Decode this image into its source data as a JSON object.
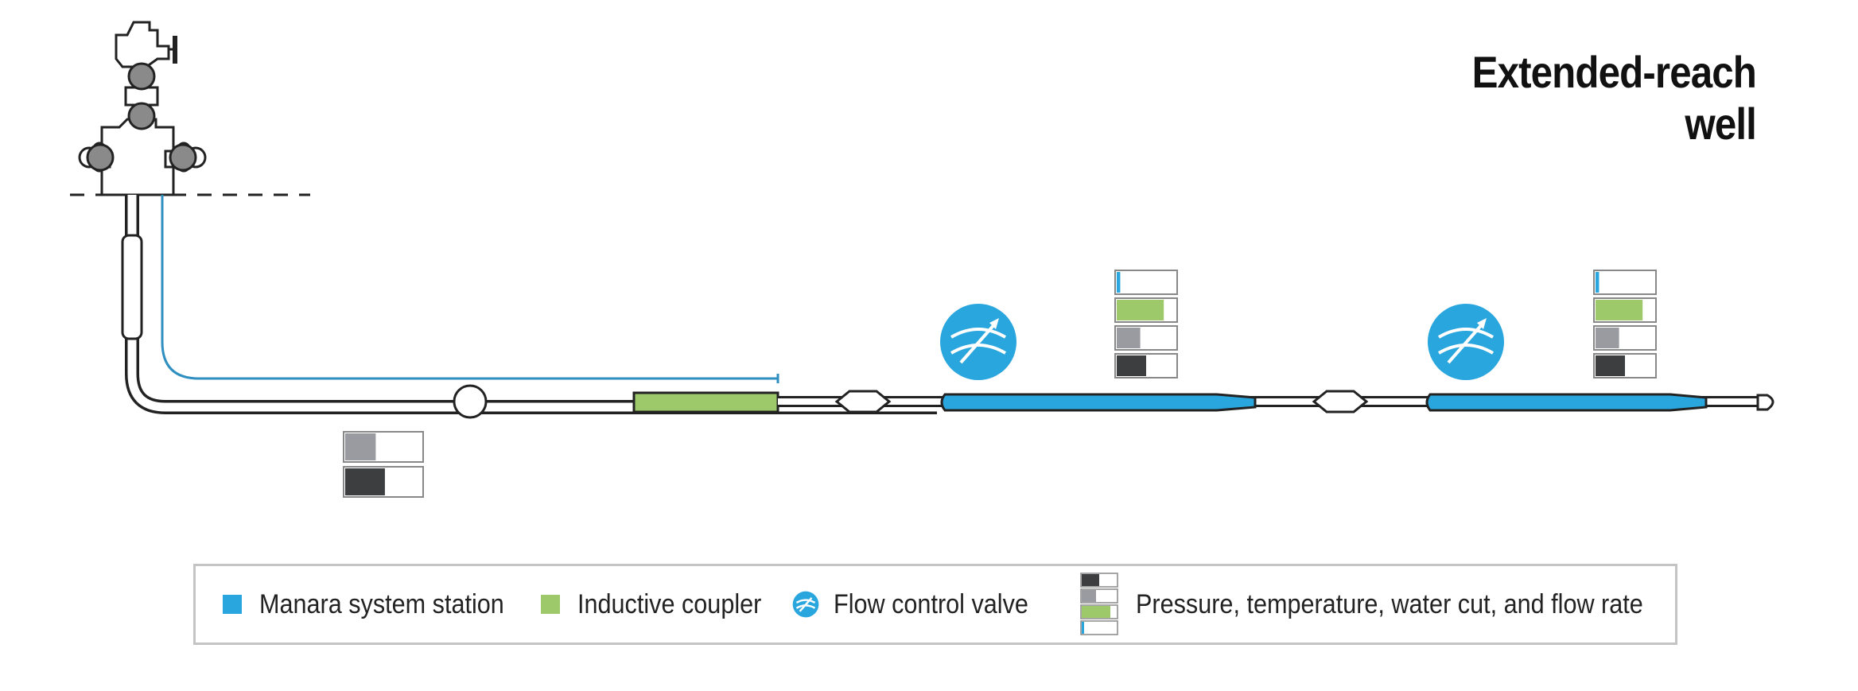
{
  "title": "Extended-reach well",
  "colors": {
    "manara_blue": "#2aa6de",
    "control_line_blue": "#2f8fc0",
    "coupler_green": "#9dc96a",
    "gauge_gray": "#9a9ba0",
    "gauge_dark": "#3d3e40",
    "legend_border": "#c4c4c4",
    "wellhead_ball": "#8a8a8a"
  },
  "legend": {
    "items": [
      {
        "label": "Manara system station",
        "icon": "blue-square-icon"
      },
      {
        "label": "Inductive coupler",
        "icon": "green-square-icon"
      },
      {
        "label": "Flow control valve",
        "icon": "flow-control-valve-icon"
      },
      {
        "label": "Pressure, temperature, water cut, and flow rate",
        "icon": "gauge-stack-icon"
      }
    ]
  },
  "gauges": {
    "upper_completion": {
      "temperature": 0.4,
      "pressure": 0.52
    },
    "station_1": {
      "flow_rate": 0.06,
      "water_cut": 0.8,
      "temperature": 0.4,
      "pressure": 0.5
    },
    "station_2": {
      "flow_rate": 0.06,
      "water_cut": 0.8,
      "temperature": 0.4,
      "pressure": 0.5
    }
  }
}
